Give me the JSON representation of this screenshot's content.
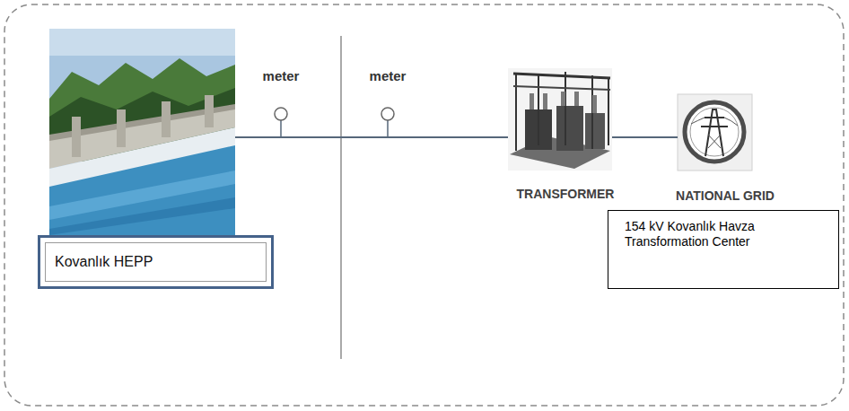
{
  "diagram": {
    "nodes": [
      {
        "text": [
          "Kovanlık HEPP"
        ]
      },
      {
        "text": [
          "TRANSFORMER"
        ]
      },
      {
        "text": [
          "NATIONAL GRID"
        ]
      },
      {
        "text": [
          "154 kV Kovanlık Havza Transformation Center"
        ]
      }
    ],
    "edges": [
      {
        "from": 0,
        "to": 1,
        "arrow": "none"
      },
      {
        "from": 1,
        "to": 2,
        "arrow": "none"
      }
    ],
    "labels": [
      "meter",
      "meter"
    ]
  }
}
